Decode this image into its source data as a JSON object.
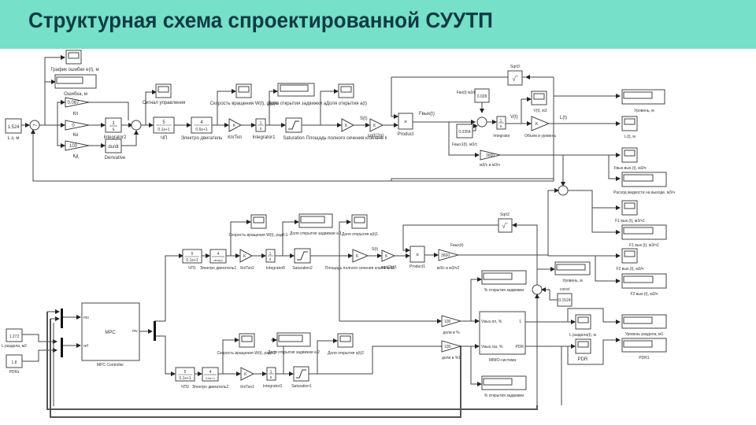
{
  "slide": {
    "title": "Структурная схема спроектированной СУУТП"
  },
  "upper_loop": {
    "setpoint": {
      "value": "1.524",
      "label": "L з, м"
    },
    "error_scope": "График ошибки e(t), м",
    "error_display": "Ошибка, м",
    "gain_kp": {
      "value": "0.067",
      "label": "Кп"
    },
    "gain_ki": {
      "value": "0",
      "label": "Ки"
    },
    "gain_kd": {
      "value": "100",
      "label": "Кд"
    },
    "integrator2": {
      "num": "1",
      "den": "s",
      "label": "Integrator2"
    },
    "derivative": {
      "text": "du/dt",
      "label": "Derivative"
    },
    "control_scope": "Сигнал управления",
    "chp": {
      "num": "5",
      "den": "0.1s+1",
      "label": "ЧП"
    },
    "motor": {
      "num": "4",
      "den": "0.6s+1",
      "label": "Электро двигатель"
    },
    "speed_scope": "Скорость вращения W(t), рад/с",
    "kn_tkn": {
      "text": "K",
      "label": "Кп/Ткп"
    },
    "integrator1": {
      "num": "1",
      "den": "s",
      "label": "Integrator1"
    },
    "position_display": "Доля открытия задвижки a",
    "saturation": "Saturation",
    "opening_scope": "Доля открытия a(t)",
    "area_gain": {
      "text": "K",
      "label": "Площадь полного сечения клапана k"
    },
    "s_label": "S(t)",
    "sqrt_gain": {
      "text": "K",
      "label": "sqrt(2g)"
    },
    "product": {
      "text": "×",
      "label": "Product"
    },
    "q_out_label": "Fвых(t)",
    "f_in": {
      "value": "0.028",
      "label": "Fвх(t) м3/с"
    },
    "f_out_const": {
      "value": "0.0354",
      "label": "Fвых1(t), м3/с"
    },
    "integrator": {
      "num": "1",
      "den": "s",
      "label": "Integrator"
    },
    "v_label": "V(t)",
    "volume_scope": "V(t), м3",
    "vol_to_level": {
      "text": "K",
      "label": "Объем в уровень"
    },
    "level_label": "L(t)",
    "sqrt3": {
      "label": "Sqrt3"
    },
    "conv_gain": {
      "value": "3600",
      "label": "м3/с в м3/ч"
    },
    "level_display": "Уровень, м",
    "level_scope": "L(t), м",
    "flow_scope": "Fвых.вых.(t), м3/ч",
    "flow_display": "Расход жидкости на выходе, м3/ч"
  },
  "right_outputs": {
    "f1_scope": "F1 вых.(t), м3/ч1",
    "f1_display": "F1 вых.(t), м3/ч1",
    "f2_scope": "F2 вых.(t), м3/ч",
    "f2_display": "F2 вых.(t), м3/ч"
  },
  "lower_loop": {
    "chp1": {
      "num": "5",
      "den": "0.1s+1",
      "label": "ЧП1"
    },
    "motor1": {
      "num": "4",
      "den": "den(s)",
      "label": "Электро двигатель1"
    },
    "speed_scope1": "Скорость вращения W(t), рад/с1",
    "kn_tkn2": {
      "text": "K",
      "label": "Кп/Ткп2"
    },
    "integrator5": {
      "num": "1",
      "den": "s",
      "label": "Integrator5"
    },
    "position_display1": "Доля открытия задвижки a 1",
    "saturation2": "Saturation2",
    "opening_scope1": "Доля открытия a(t)1",
    "area_gain1": {
      "text": "K",
      "label": "Площадь полного сечения клапана k1"
    },
    "s1_label": "S(t)",
    "sqrt_gain1": {
      "text": "K",
      "label": "sqrt(2g)1"
    },
    "product1": {
      "text": "×",
      "label": "Product1"
    },
    "q_out1_label": "Fвых(t)",
    "sqrt2": {
      "label": "Sqrt2"
    },
    "conv_gain2": {
      "value": "3600",
      "label": "м3/с в м3/ч2"
    },
    "level_display2": "Уровень, м",
    "const_block": {
      "value": "0.1524",
      "label": "const"
    },
    "pct_display1": "% открытия задвижки",
    "gain100a": {
      "value": "100",
      "label": "доли в %"
    },
    "gain100b": {
      "value": "100",
      "label": "доли в %1"
    },
    "mimo": {
      "port1": "Vвых.пл, %",
      "port2": "Vвых.газ, %",
      "out1": "1",
      "out2": "PDR",
      "label": "MIMO-система"
    },
    "pct_display2": "% открытия задвижки",
    "level_scope2": "L раздела(t), м",
    "pdr_scope": "PDR",
    "level_display3": "Уровень раздела, м1",
    "pdr_display": "PDR1",
    "chp2": {
      "num": "5",
      "den": "0.1s+1",
      "label": "ЧП2"
    },
    "motor2": {
      "num": "4",
      "den": "0.6s+1",
      "label": "Электро двигатель2"
    },
    "speed_scope2": "Скорость вращения W(t), рад/с2",
    "kn_tkn1": {
      "text": "K",
      "label": "Кп/Ткп1"
    },
    "integrator3": {
      "num": "1",
      "den": "s",
      "label": "Integrator3"
    },
    "position_display2": "Доля открытия задвижки a 2",
    "saturation1": "Saturation1",
    "opening_scope2": "Доля открытия a(t)2"
  },
  "mpc": {
    "ref_const": {
      "value": "1.272",
      "label": "L раздела, м2"
    },
    "pdr_const": {
      "value": "1.8",
      "label": "PDRз"
    },
    "block_text": "MPC",
    "port_mo": "mo",
    "port_ref": "ref",
    "port_mv": "mv",
    "label": "MPC Controller"
  }
}
